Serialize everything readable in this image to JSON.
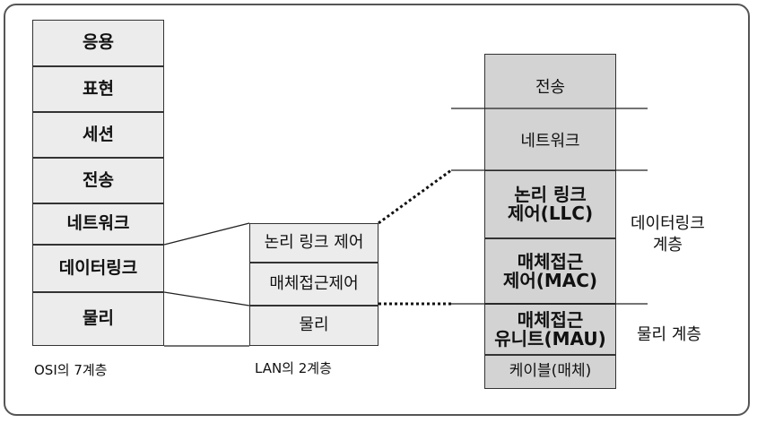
{
  "osi": {
    "layers": [
      "응용",
      "표현",
      "세션",
      "전송",
      "네트워크",
      "데이터링크",
      "물리"
    ],
    "caption": "OSI의 7계층"
  },
  "lan": {
    "layers": [
      "논리 링크 제어",
      "매체접근제어",
      "물리"
    ],
    "caption": "LAN의 2계층"
  },
  "standard": {
    "transport": "전송",
    "network": "네트워크",
    "llc_line1": "논리 링크",
    "llc_line2": "제어(LLC)",
    "mac_line1": "매체접근",
    "mac_line2": "제어(MAC)",
    "mau_line1": "매체접근",
    "mau_line2": "유니트(MAU)",
    "cable": "케이블(매체)"
  },
  "labels": {
    "datalink_line1": "데이터링크",
    "datalink_line2": "계층",
    "physical": "물리 계층"
  }
}
